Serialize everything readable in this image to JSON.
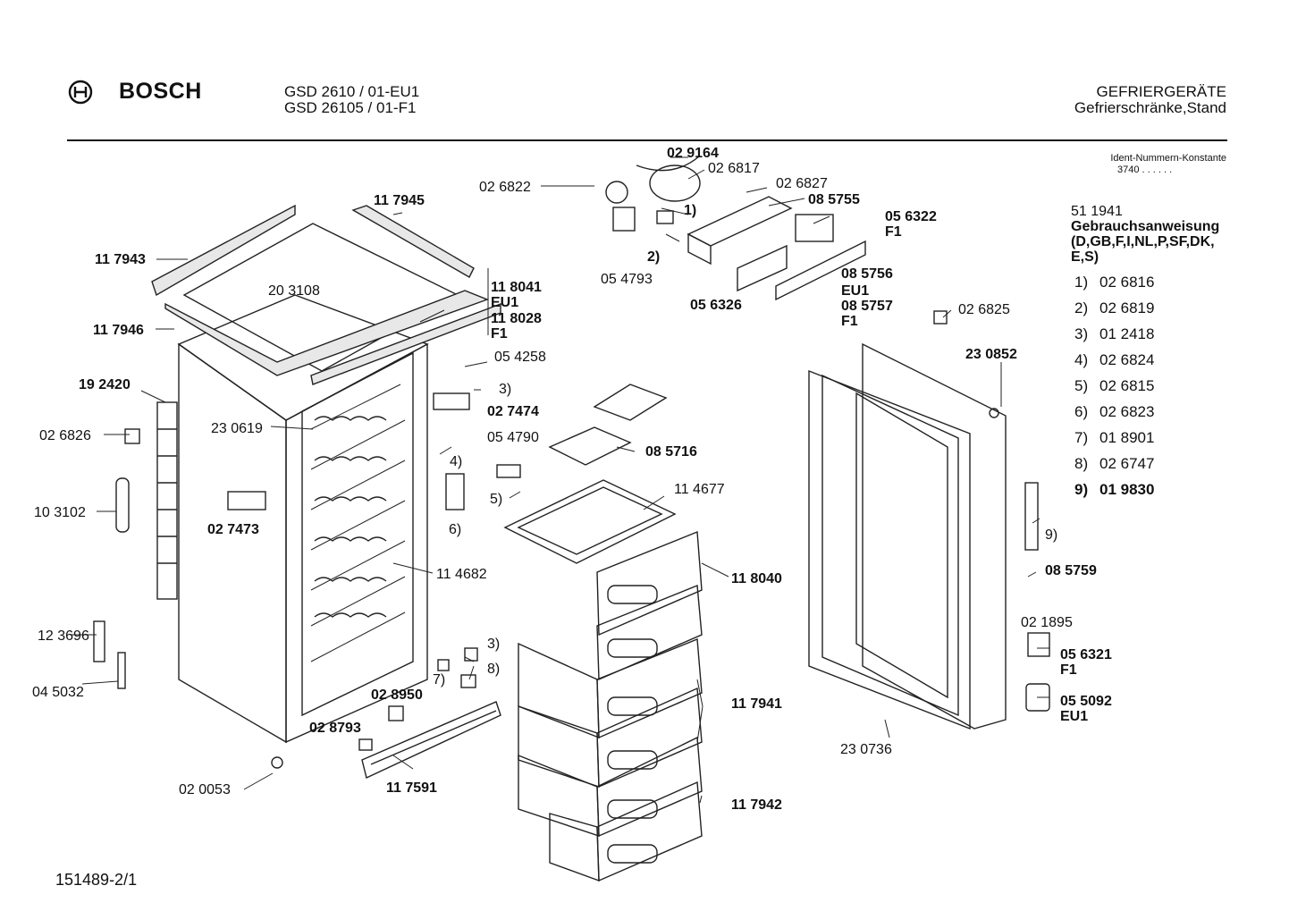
{
  "header": {
    "brand": "BOSCH",
    "models": [
      "GSD 2610  / 01-EU1",
      "GSD 26105 / 01-F1"
    ],
    "category": "GEFRIERGERÄTE",
    "subcategory": "Gefrierschränke,Stand",
    "ident_label": "Ident-Nummern-Konstante",
    "ident_value": "3740  . .   . . . ."
  },
  "manual": {
    "number": "51 1941",
    "title": "Gebrauchsanweisung",
    "languages_1": "(D,GB,F,I,NL,P,SF,DK,",
    "languages_2": "E,S)"
  },
  "legend": [
    {
      "key": "1)",
      "part": "02 6816"
    },
    {
      "key": "2)",
      "part": "02 6819"
    },
    {
      "key": "3)",
      "part": "01 2418"
    },
    {
      "key": "4)",
      "part": "02 6824"
    },
    {
      "key": "5)",
      "part": "02 6815"
    },
    {
      "key": "6)",
      "part": "02 6823"
    },
    {
      "key": "7)",
      "part": "01 8901"
    },
    {
      "key": "8)",
      "part": "02 6747"
    },
    {
      "key": "9)",
      "part": "01 9830"
    }
  ],
  "labels": [
    "02 9164",
    "02 6817",
    "02 6822",
    "02 6827",
    "08 5755",
    "05 6322",
    "F1",
    "1)",
    "2)",
    "05 4793",
    "05 6326",
    "08 5756",
    "EU1",
    "08 5757",
    "F1",
    "02 6825",
    "11 7945",
    "11 7943",
    "20 3108",
    "11 8041",
    "EU1",
    "11 8028",
    "F1",
    "11 7946",
    "05 4258",
    "3)",
    "19 2420",
    "02 7474",
    "02 6826",
    "23 0619",
    "4)",
    "05 4790",
    "08 5716",
    "10 3102",
    "02 7473",
    "6)",
    "5)",
    "11 4677",
    "11 4682",
    "11 8040",
    "12 3696",
    "3)",
    "7)",
    "8)",
    "04 5032",
    "02 8950",
    "02 8793",
    "11 7941",
    "11 7591",
    "02 0053",
    "11 7942",
    "23 0852",
    "9)",
    "08 5759",
    "02 1895",
    "05 6321",
    "F1",
    "05 5092",
    "EU1",
    "23 0736"
  ],
  "footer": {
    "doc_number": "151489-2/1"
  }
}
